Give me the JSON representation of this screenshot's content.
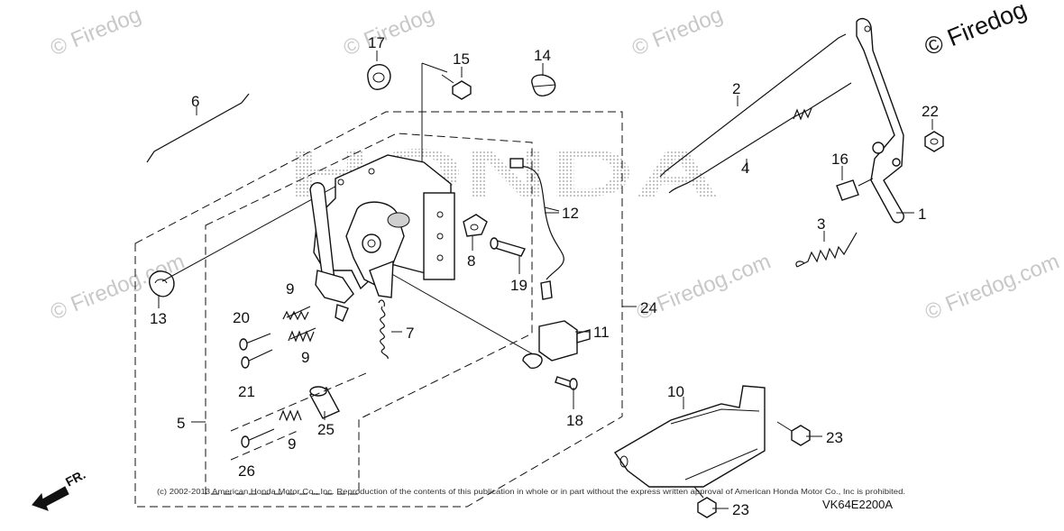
{
  "diagram": {
    "callouts": [
      "1",
      "2",
      "3",
      "4",
      "5",
      "6",
      "7",
      "8",
      "9",
      "9",
      "9",
      "10",
      "11",
      "12",
      "13",
      "14",
      "15",
      "16",
      "17",
      "18",
      "19",
      "20",
      "21",
      "22",
      "23",
      "23",
      "24",
      "25",
      "26"
    ],
    "diagram_code": "VK64E2200A",
    "copyright_note": "(c) 2002-2013 American Honda Motor Co., Inc. Reproduction of the contents of this publication in whole or in part without the express written approval of American Honda Motor Co., Inc is prohibited.",
    "direction_label": "FR.",
    "brand_mark": "HONDA",
    "watermarks": [
      "© Firedog",
      "© Firedog.com"
    ]
  }
}
